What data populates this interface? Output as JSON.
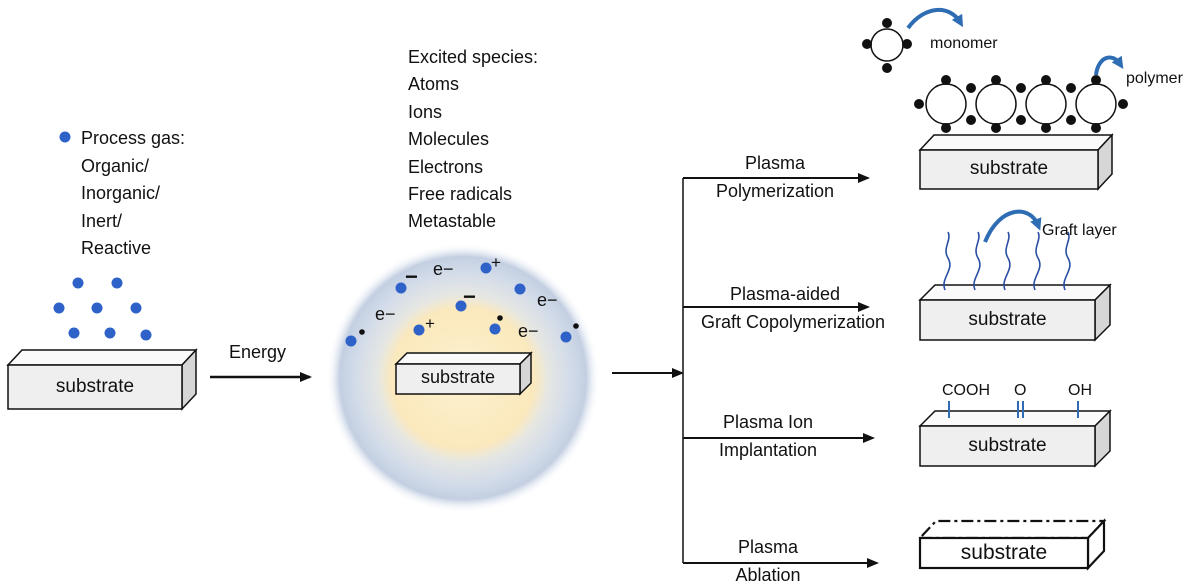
{
  "process_gas": {
    "lines": [
      "Process gas:",
      "Organic/",
      "Inorganic/",
      "Inert/",
      "Reactive"
    ]
  },
  "excited_species": {
    "lines": [
      "Excited species:",
      "Atoms",
      "Ions",
      "Molecules",
      "Electrons",
      "Free radicals",
      "Metastable"
    ]
  },
  "energy_label": "Energy",
  "substrate_label": "substrate",
  "charges": {
    "electron": "e−",
    "plus": "+",
    "minus": "−",
    "dot": "•"
  },
  "branches": [
    {
      "line1": "Plasma",
      "line2": "Polymerization"
    },
    {
      "line1": "Plasma-aided",
      "line2": "Graft Copolymerization"
    },
    {
      "line1": "Plasma Ion",
      "line2": "Implantation"
    },
    {
      "line1": "Plasma",
      "line2": "Ablation"
    }
  ],
  "polymer_panel": {
    "monomer": "monomer",
    "polymer": "polymer"
  },
  "graft_panel": {
    "graft_layer": "Graft layer"
  },
  "implant_panel": {
    "groups": [
      "COOH",
      "O",
      "OH"
    ]
  },
  "colors": {
    "particle": "#2f62c9",
    "plasma_outer": "#c9d5e6",
    "plasma_core": "#fbebc0",
    "box_front": "#efefef",
    "box_top": "#fafafa",
    "box_side": "#d6d6d6",
    "curved_arrow": "#2e6db4"
  }
}
